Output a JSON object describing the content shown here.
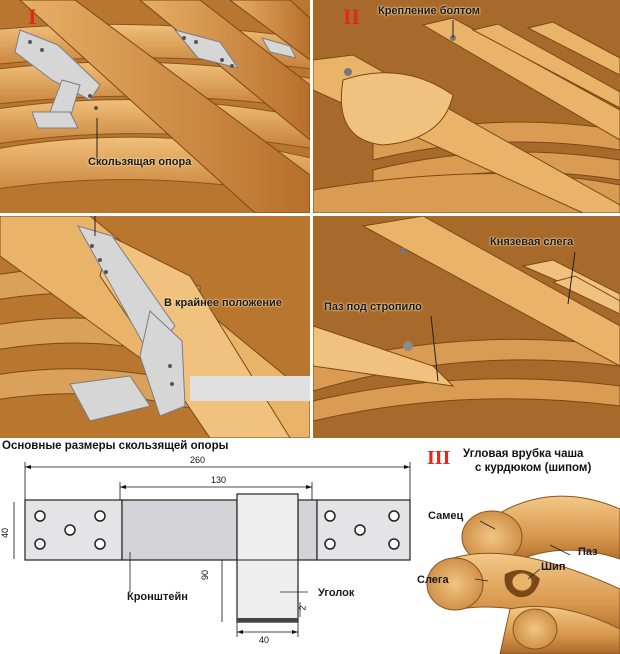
{
  "panels": {
    "p1": {
      "roman": "I",
      "label_support": "Скользящая опора"
    },
    "p2": {
      "roman": "II",
      "label_bolt": "Крепление болтом"
    },
    "p3": {
      "label_extreme": "В крайнее положение"
    },
    "p4": {
      "label_ridge": "Князевая слега",
      "label_groove": "Паз под стропило"
    }
  },
  "drawing": {
    "title": "Основные размеры скользящей опоры",
    "dims": {
      "total": "260",
      "top": "130",
      "height": "40",
      "vertical": "90",
      "bottom": "40",
      "thickness": "2"
    },
    "label_bracket": "Кронштейн",
    "label_angle": "Уголок"
  },
  "joint": {
    "roman": "III",
    "title_line1": "Угловая врубка чаша",
    "title_line2": "с курдюком (шипом)",
    "label_male": "Самец",
    "label_groove": "Паз",
    "label_tenon": "Шип",
    "label_log": "Слега"
  },
  "colors": {
    "wood_light": "#e9b46a",
    "wood_dark": "#b5712c",
    "metal": "#d9d9d9",
    "accent": "#e02a1a"
  }
}
